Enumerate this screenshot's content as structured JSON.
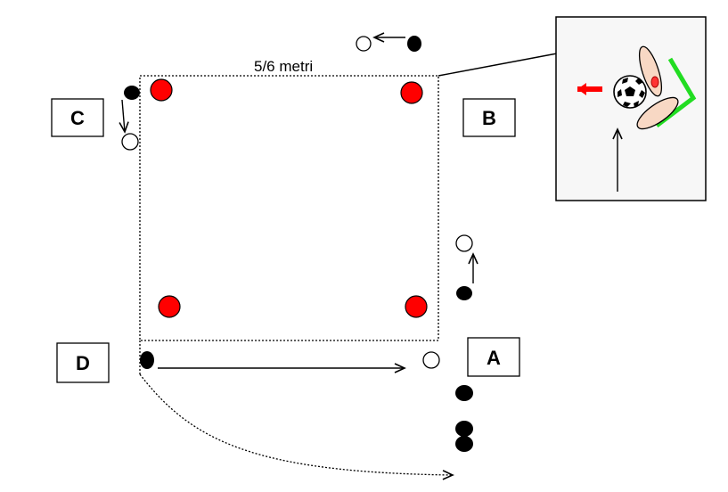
{
  "diagram": {
    "distance_label": "5/6 metri",
    "stations": [
      {
        "id": "C",
        "label": "C"
      },
      {
        "id": "B",
        "label": "B"
      },
      {
        "id": "D",
        "label": "D"
      },
      {
        "id": "A",
        "label": "A"
      }
    ],
    "colors": {
      "cone": "#ff0000",
      "player": "#000000",
      "line": "#000000",
      "goal_frame": "#22dd22",
      "foot": "#f8d8c4",
      "move_arrow": "#ff0000",
      "inset_bg": "#f7f7f7"
    },
    "icons": [
      "soccer-ball-icon",
      "cone-icon",
      "player-icon",
      "arrow-icon"
    ]
  }
}
